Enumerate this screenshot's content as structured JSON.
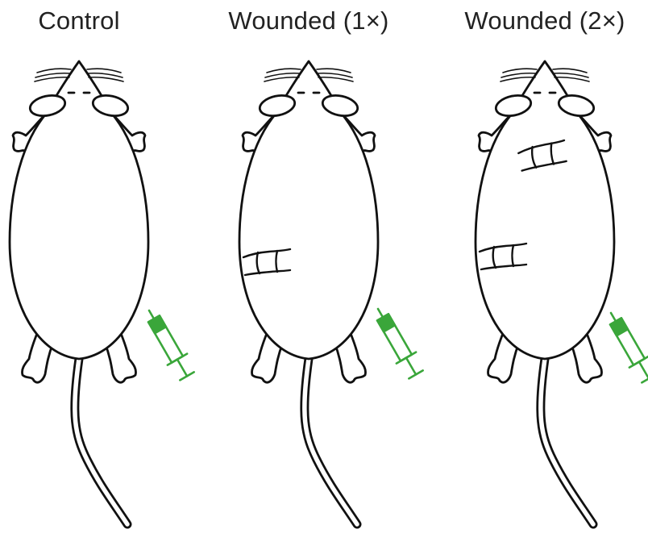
{
  "panels": [
    {
      "label": "Control",
      "wounds": 0
    },
    {
      "label": "Wounded (1×)",
      "wounds": 1
    },
    {
      "label": "Wounded (2×)",
      "wounds": 2
    }
  ],
  "colors": {
    "outline": "#111111",
    "syringe": "#3aa63a",
    "text": "#222222"
  },
  "icons": [
    "mouse-icon",
    "syringe-icon",
    "wound-icon"
  ]
}
